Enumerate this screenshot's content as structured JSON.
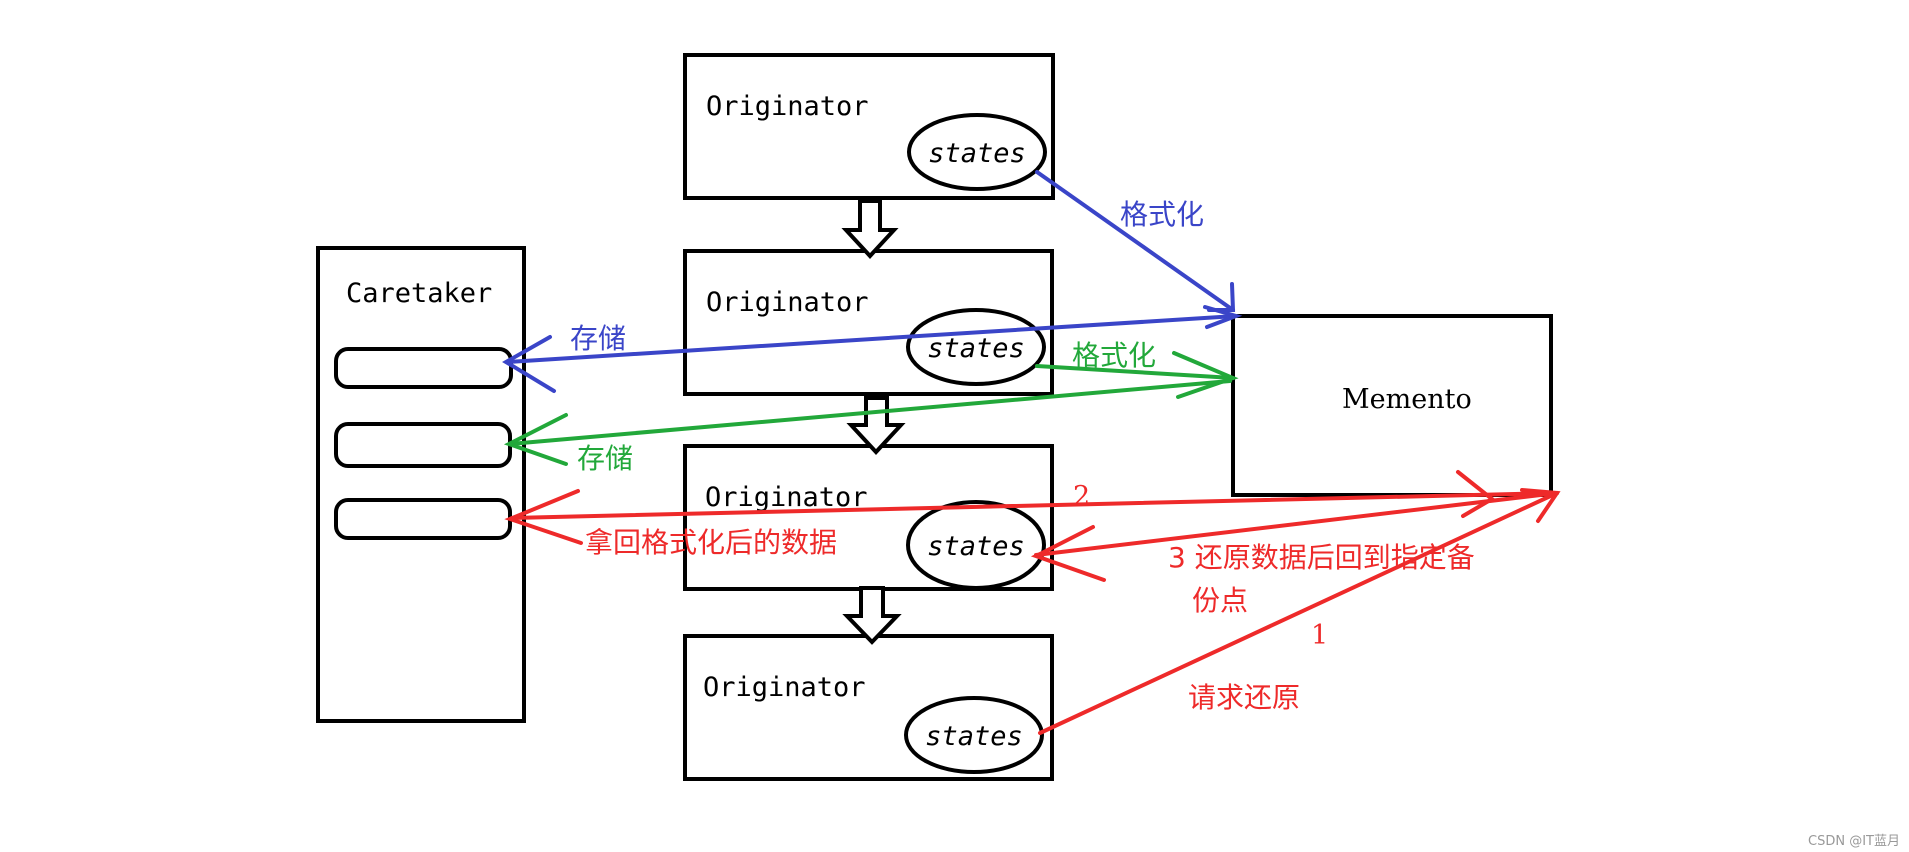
{
  "originators": [
    {
      "label": "Originator",
      "state_label": "states"
    },
    {
      "label": "Originator",
      "state_label": "states"
    },
    {
      "label": "Originator",
      "state_label": "states"
    },
    {
      "label": "Originator",
      "state_label": "states"
    }
  ],
  "caretaker": {
    "label": "Caretaker",
    "slot_count": 3
  },
  "memento": {
    "label": "Memento"
  },
  "annotations": {
    "blue_format": "格式化",
    "blue_store": "存储",
    "green_format": "格式化",
    "green_store": "存储",
    "red_retrieve": "拿回格式化后的数据",
    "red_step2": "2",
    "red_restore_line1": "3 还原数据后回到指定备",
    "red_restore_line2": "份点",
    "red_step1": "1",
    "red_request": "请求还原"
  },
  "colors": {
    "blue": "#3a45c8",
    "green": "#22a83a",
    "red": "#ee2a2a",
    "black": "#000000"
  },
  "watermark": "CSDN @IT蓝月"
}
